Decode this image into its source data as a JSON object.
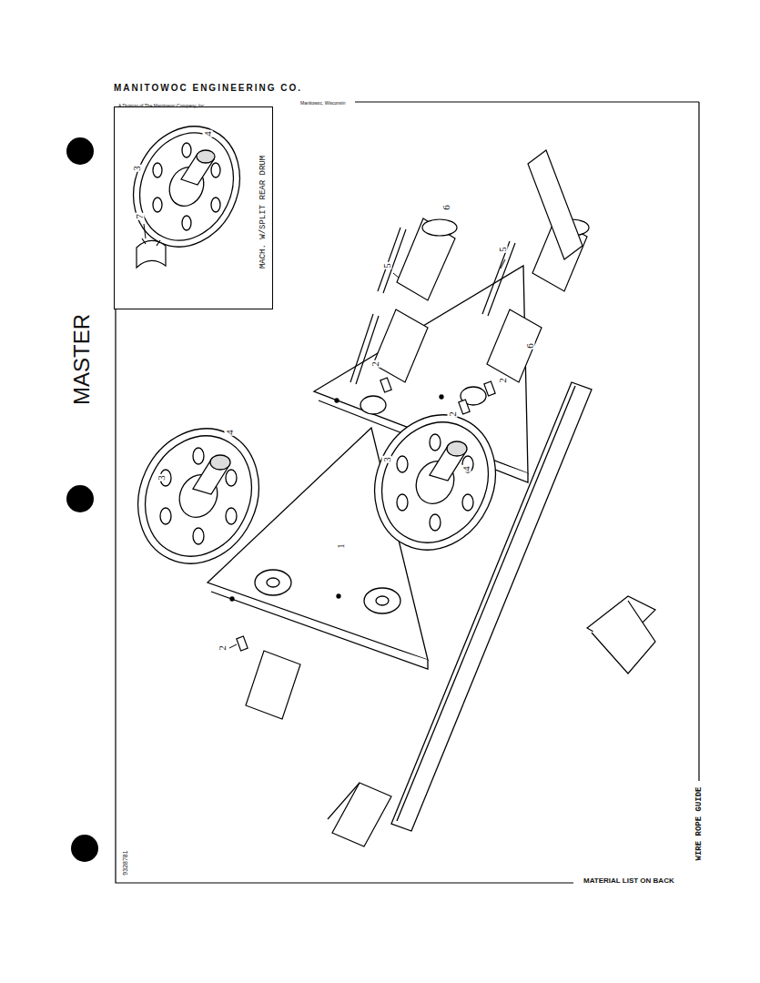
{
  "diagram": {
    "title": "WIRE ROPE GUIDE",
    "nodes": [
      {
        "text": [
          "MACH. W/SPLIT REAR DRUM"
        ]
      }
    ],
    "labels": [
      "MANITOWOC ENGINEERING CO.",
      "A Division of The Manitowoc Company, Inc.",
      "Manitowoc, Wisconsin",
      "MASTER",
      "9328781",
      "MATERIAL LIST ON BACK",
      "4",
      "3",
      "7",
      "4",
      "3",
      "4",
      "3",
      "1",
      "2",
      "2",
      "2",
      "2",
      "5",
      "5",
      "6",
      "6"
    ]
  }
}
